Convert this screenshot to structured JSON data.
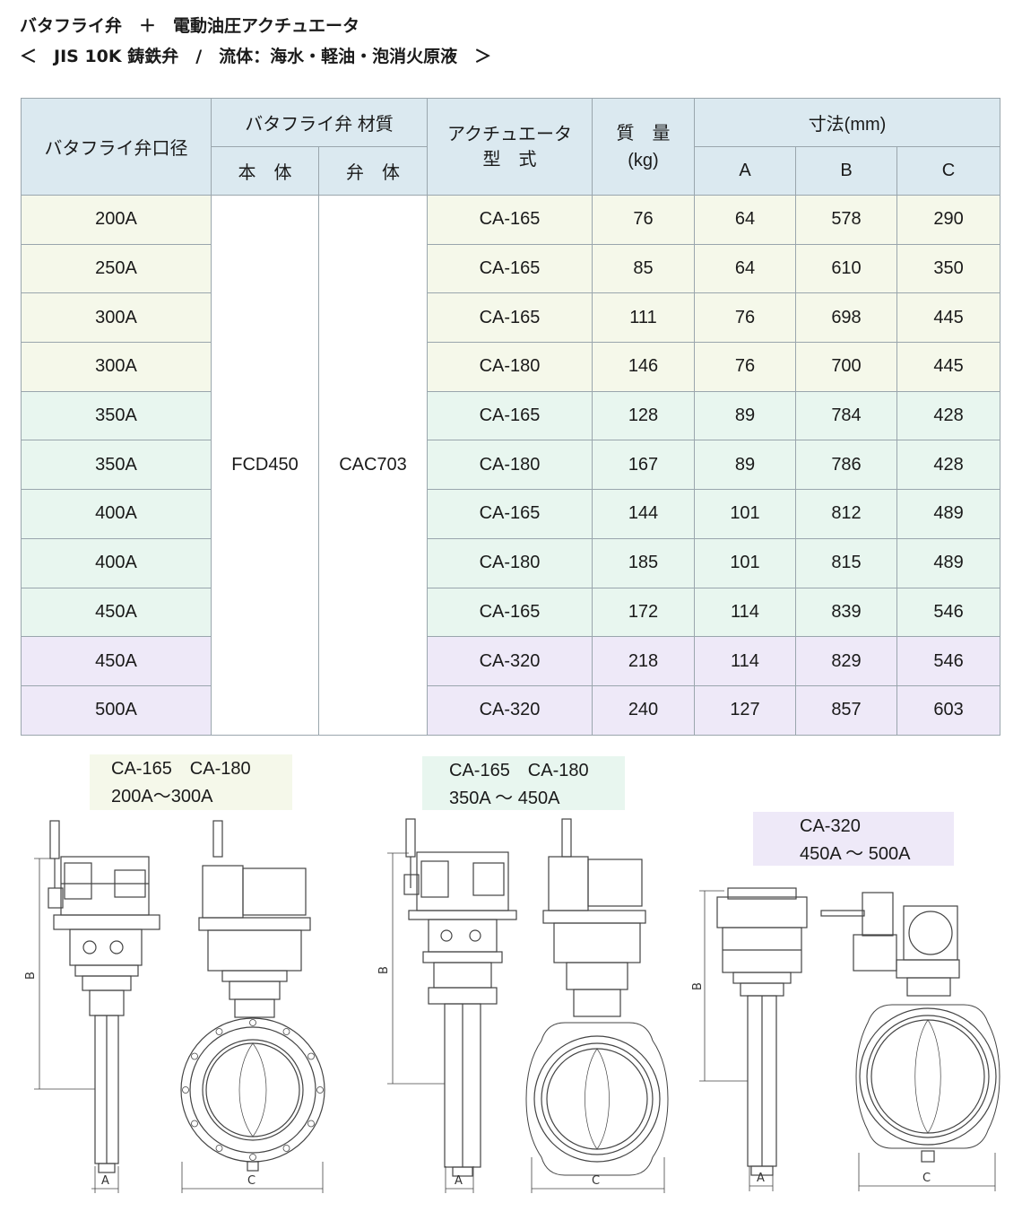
{
  "title_line1": "バタフライ弁　＋　電動油圧アクチュエータ",
  "title_line2": "＜　JIS 10K 鋳鉄弁　/　流体：海水・軽油・泡消火原液　＞",
  "table": {
    "header": {
      "size": "バタフライ弁口径",
      "material": "バタフライ弁 材質",
      "body": "本　体",
      "disc": "弁　体",
      "actuator_line1": "アクチュエータ",
      "actuator_line2": "型　式",
      "mass_line1": "質　量",
      "mass_line2": "(kg)",
      "dim": "寸法(mm)",
      "a": "A",
      "b": "B",
      "c": "C"
    },
    "body_material": "FCD450",
    "disc_material": "CAC703",
    "rows": [
      {
        "size": "200A",
        "actuator": "CA-165",
        "mass": "76",
        "a": "64",
        "b": "578",
        "c": "290"
      },
      {
        "size": "250A",
        "actuator": "CA-165",
        "mass": "85",
        "a": "64",
        "b": "610",
        "c": "350"
      },
      {
        "size": "300A",
        "actuator": "CA-165",
        "mass": "111",
        "a": "76",
        "b": "698",
        "c": "445"
      },
      {
        "size": "300A",
        "actuator": "CA-180",
        "mass": "146",
        "a": "76",
        "b": "700",
        "c": "445"
      },
      {
        "size": "350A",
        "actuator": "CA-165",
        "mass": "128",
        "a": "89",
        "b": "784",
        "c": "428"
      },
      {
        "size": "350A",
        "actuator": "CA-180",
        "mass": "167",
        "a": "89",
        "b": "786",
        "c": "428"
      },
      {
        "size": "400A",
        "actuator": "CA-165",
        "mass": "144",
        "a": "101",
        "b": "812",
        "c": "489"
      },
      {
        "size": "400A",
        "actuator": "CA-180",
        "mass": "185",
        "a": "101",
        "b": "815",
        "c": "489"
      },
      {
        "size": "450A",
        "actuator": "CA-165",
        "mass": "172",
        "a": "114",
        "b": "839",
        "c": "546"
      },
      {
        "size": "450A",
        "actuator": "CA-320",
        "mass": "218",
        "a": "114",
        "b": "829",
        "c": "546"
      },
      {
        "size": "500A",
        "actuator": "CA-320",
        "mass": "240",
        "a": "127",
        "b": "857",
        "c": "603"
      }
    ]
  },
  "groups": [
    {
      "line1": "CA-165　CA-180",
      "line2": "200A～300A"
    },
    {
      "line1": "CA-165　CA-180",
      "line2": "350A ～ 450A"
    },
    {
      "line1": "CA-320",
      "line2": "450A ～ 500A"
    }
  ],
  "dim_labels": {
    "a": "A",
    "b": "B",
    "c": "C"
  },
  "colors": {
    "header": "#dbe9f0",
    "group1": "#f5f8ea",
    "group2": "#e8f6ef",
    "group3": "#eee9f8"
  }
}
